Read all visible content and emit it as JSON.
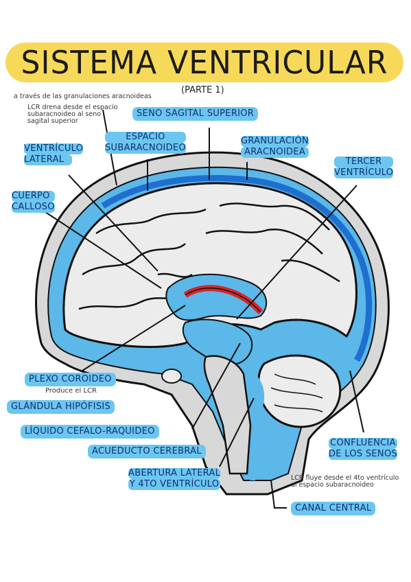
{
  "title": "SISTEMA VENTRICULAR",
  "subtitle": "(PARTE 1)",
  "notes": {
    "granulaciones": "a través de las granulaciones aracnoideas",
    "lcr_drena": [
      "LCR drena desde el espacio",
      "subaracnoideo al seno",
      "sagital superior"
    ],
    "produce": "Produce el LCR",
    "lcr_fluye": [
      "LCR fluye desde el 4to ventrículo",
      "al espacio subaracnoideo"
    ]
  },
  "labels": {
    "seno_sagital": "SENO SAGITAL SUPERIOR",
    "espacio": [
      "ESPACIO",
      "SUBARACNOIDEO"
    ],
    "granulacion": [
      "GRANULACIÓN",
      "ARACNOIDEA"
    ],
    "ventriculo_lateral": [
      "VENTRÍCULO",
      "LATERAL"
    ],
    "tercer_ventriculo": [
      "TERCER",
      "VENTRÍCULO"
    ],
    "cuerpo_calloso": [
      "CUERPO",
      "CALLOSO"
    ],
    "plexo": "PLEXO COROIDEO",
    "hipofisis": "GLÁNDULA HIPÓFISIS",
    "liquido": "LÍQUIDO CEFALO-RAQUIDEO",
    "acueducto": "ACUEDUCTO CEREBRAL",
    "abertura": [
      "ABERTURA LATERAL",
      "Y  4TO VENTRÍCULO"
    ],
    "confluencia": [
      "CONFLUENCIA",
      "DE LOS SENOS"
    ],
    "canal": "CANAL CENTRAL"
  },
  "colors": {
    "title_band": "#f7d95a",
    "label_bg": "#6cc6ef",
    "label_text": "#0f2f74",
    "csf_light": "#5bb8e8",
    "csf_dark": "#1e6fd0",
    "plexus": "#d9252a",
    "brain_fill": "#ececec",
    "outline": "#111111"
  }
}
